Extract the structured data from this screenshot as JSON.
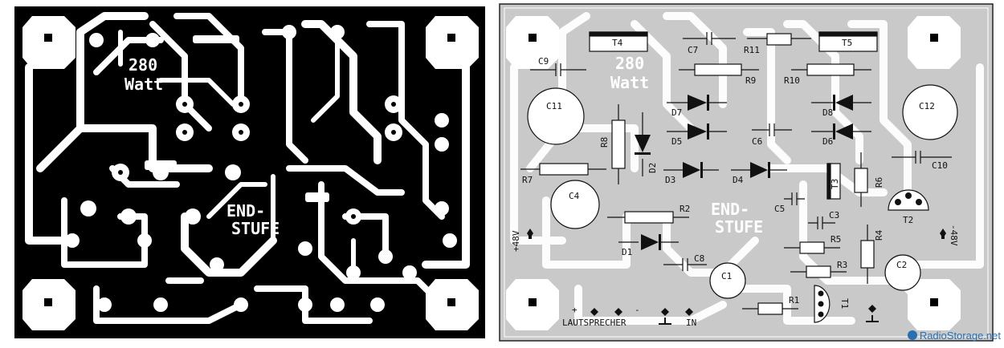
{
  "left_board": {
    "text_line1": "280",
    "text_line2": "Watt",
    "end_text": "END-",
    "stufe_text": "STUFE"
  },
  "right_board": {
    "mirror_text_line1": "280",
    "mirror_text_line2": "Watt",
    "mirror_end": "END-",
    "mirror_stufe": "STUFE",
    "components": {
      "T4": "T4",
      "T5": "T5",
      "C7": "C7",
      "R11": "R11",
      "C9": "C9",
      "R9": "R9",
      "R10": "R10",
      "C11": "C11",
      "C12": "C12",
      "D7": "D7",
      "D8": "D8",
      "D5": "D5",
      "D6": "D6",
      "C6": "C6",
      "R8": "R8",
      "D2": "D2",
      "R7": "R7",
      "D3": "D3",
      "D4": "D4",
      "T3": "T3",
      "R6": "R6",
      "C10": "C10",
      "C4": "C4",
      "C5": "C5",
      "R2": "R2",
      "C3": "C3",
      "T2": "T2",
      "R4": "R4",
      "R5": "R5",
      "D1": "D1",
      "C8": "C8",
      "R3": "R3",
      "C2": "C2",
      "C1": "C1",
      "R1": "R1",
      "T1": "T1"
    },
    "plus48": "+48V",
    "minus48": "-48V",
    "lautsprecher": "LAUTSPRECHER",
    "in": "IN",
    "plus": "+",
    "minus": "-"
  },
  "watermark": "RadioStorage.net"
}
